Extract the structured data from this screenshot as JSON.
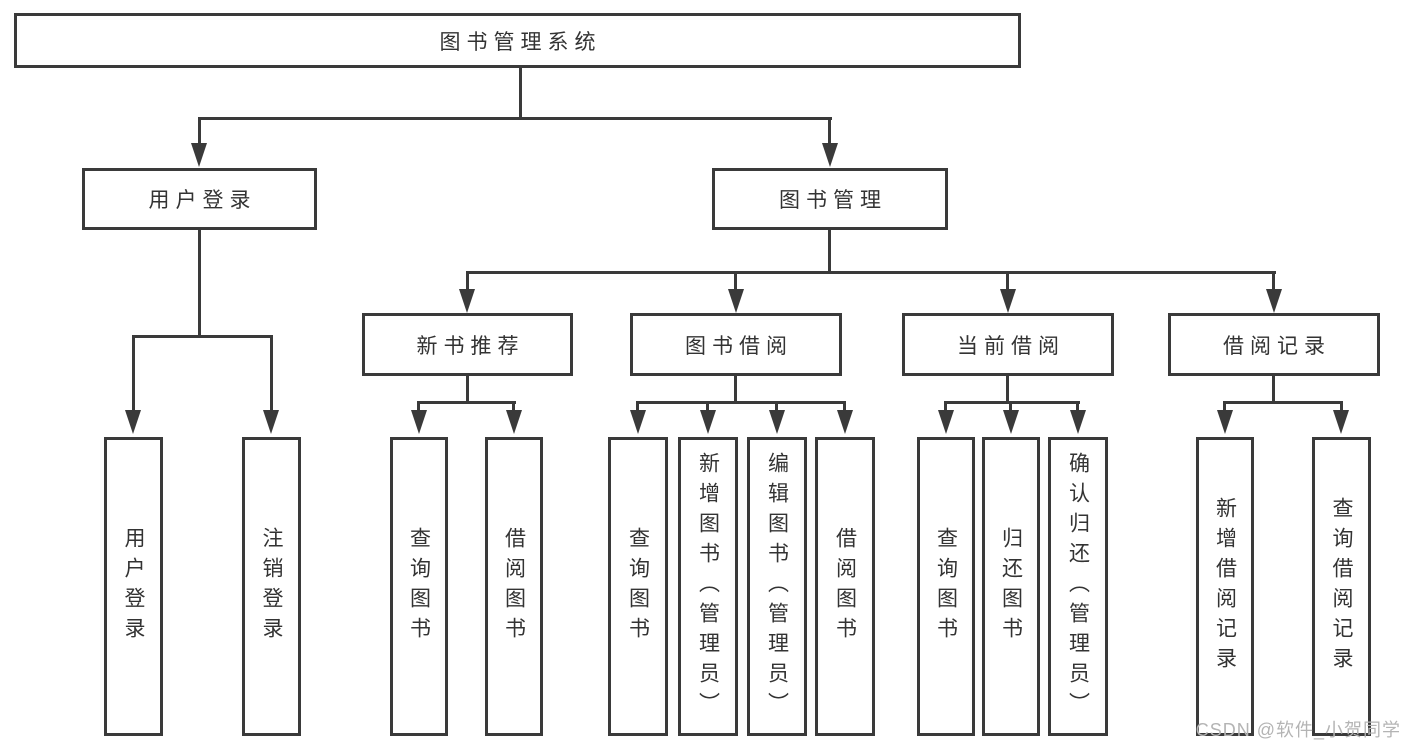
{
  "tree": {
    "root": {
      "label": "图书管理系统"
    },
    "level1": [
      {
        "label": "用户登录"
      },
      {
        "label": "图书管理"
      }
    ],
    "level2": [
      {
        "label": "新书推荐"
      },
      {
        "label": "图书借阅"
      },
      {
        "label": "当前借阅"
      },
      {
        "label": "借阅记录"
      }
    ],
    "leaves": {
      "user_login": [
        "用户登录",
        "注销登录"
      ],
      "new_book_recommend": [
        "查询图书",
        "借阅图书"
      ],
      "book_borrow": [
        "查询图书",
        "新增图书（管理员）",
        "编辑图书（管理员）",
        "借阅图书"
      ],
      "current_borrow": [
        "查询图书",
        "归还图书",
        "确认归还（管理员）"
      ],
      "borrow_record": [
        "新增借阅记录",
        "查询借阅记录"
      ]
    }
  },
  "watermark": {
    "text": "CSDN @软件_小贺同学"
  },
  "colors": {
    "line": "#3a3a3a",
    "text": "#333333",
    "watermark": "#b4b4b4",
    "background": "#ffffff"
  }
}
